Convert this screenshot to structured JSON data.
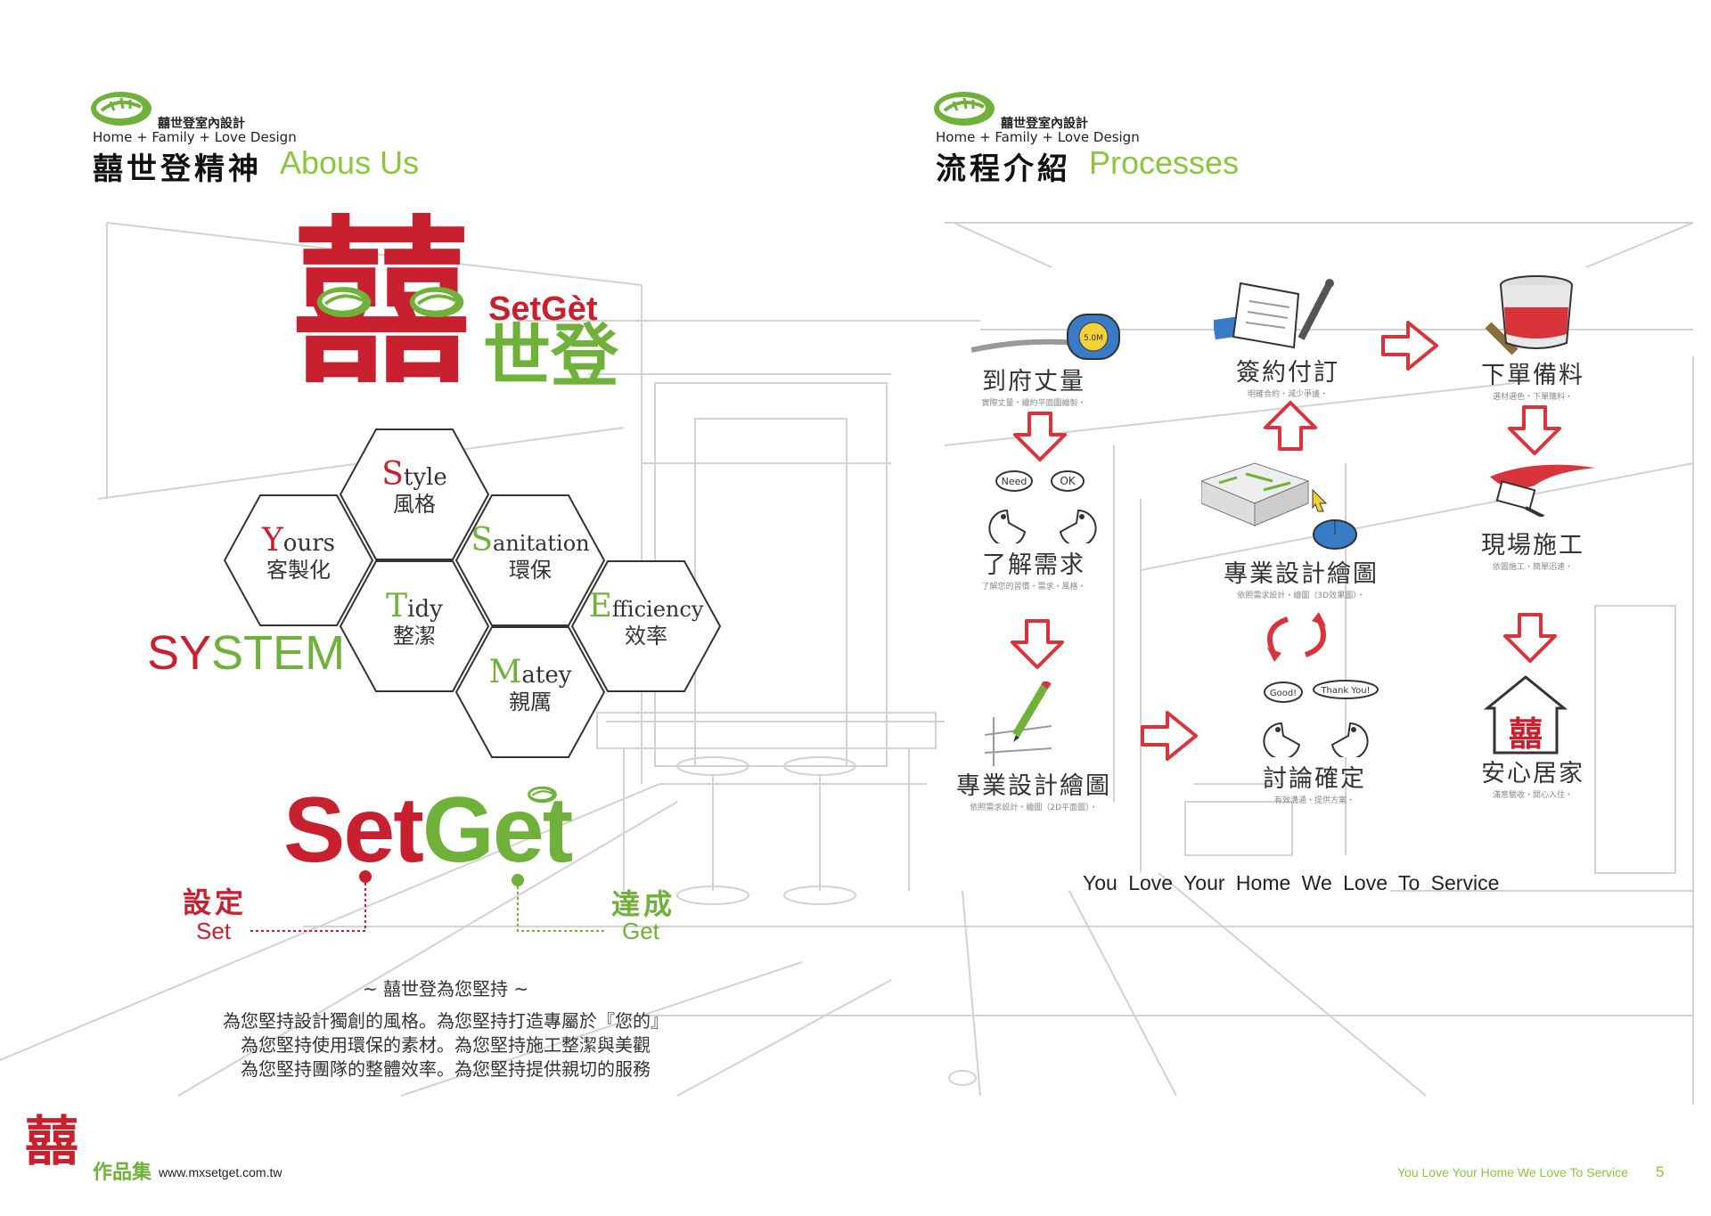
{
  "brand": {
    "company_zh": "囍世登室內設計",
    "tagline": "Home + Family + Love Design",
    "logo_word": "SetGèt",
    "logo_zh": "世登",
    "big_char": "囍",
    "colors": {
      "red": "#c8202f",
      "green": "#8cc63f",
      "text": "#333333"
    }
  },
  "left_page": {
    "section_zh": "囍世登精神",
    "section_en": "Abous Us",
    "system_label_sy": "SY",
    "system_label_stem": "STEM",
    "hexagons": [
      {
        "first": "S",
        "rest": "tyle",
        "zh": "風格"
      },
      {
        "first": "Y",
        "rest": "ours",
        "zh": "客製化"
      },
      {
        "first": "S",
        "rest": "anitation",
        "zh": "環保"
      },
      {
        "first": "T",
        "rest": "idy",
        "zh": "整潔"
      },
      {
        "first": "E",
        "rest": "fficiency",
        "zh": "效率"
      },
      {
        "first": "M",
        "rest": "atey",
        "zh": "親厲"
      }
    ],
    "setget_set": "Set",
    "setget_get": "Get",
    "set_zh": "設定",
    "set_en": "Set",
    "get_zh": "達成",
    "get_en": "Get",
    "promise_title": "~ 囍世登為您堅持 ~",
    "promise_lines": [
      "為您堅持設計獨創的風格。為您堅持打造專屬於『您的』",
      "為您堅持使用環保的素材。為您堅持施工整潔與美觀",
      "為您堅持團隊的整體效率。為您堅持提供親切的服務"
    ]
  },
  "right_page": {
    "section_zh": "流程介紹",
    "section_en": "Processes",
    "steps": [
      {
        "title": "到府丈量",
        "sub": "實際丈量・繪約平面圖繪製・"
      },
      {
        "title": "了解需求",
        "sub": "了解您的習慣・需求・風格・"
      },
      {
        "title": "專業設計繪圖",
        "sub": "依照需求設計・繪圖（2D平面圖）・"
      },
      {
        "title": "討論確定",
        "sub": "有效溝通・提供方案・"
      },
      {
        "title": "專業設計繪圖",
        "sub": "依照需求設計・繪圖（3D效果圖）・"
      },
      {
        "title": "簽約付訂",
        "sub": "明確合約・減少爭議・"
      },
      {
        "title": "下單備料",
        "sub": "選材選色・下單購料・"
      },
      {
        "title": "現場施工",
        "sub": "依圖施工・簡單迅速・"
      },
      {
        "title": "安心居家",
        "sub": "滿意驗收・開心入住・"
      }
    ],
    "bubbles": {
      "need": "Need",
      "ok": "OK",
      "good": "Good!",
      "thanks": "Thank You!"
    },
    "tape_label": "5.0M",
    "slogan": "You Love Your Home We Love To Service"
  },
  "footer": {
    "portfolio_zh": "作品集",
    "website": "www.mxsetget.com.tw",
    "slogan": "You Love Your Home We Love To Service",
    "page_number": "5"
  }
}
